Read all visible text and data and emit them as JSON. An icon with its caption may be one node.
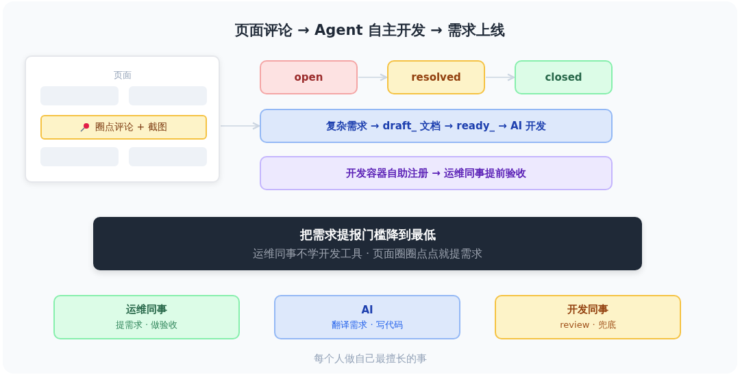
{
  "diagram": {
    "title": "页面评论 → Agent 自主开发 → 需求上线",
    "nodes": [
      {
        "text": [
          "页面"
        ]
      },
      {
        "text": [],
        "shape": "box",
        "in": 0
      },
      {
        "text": [],
        "shape": "box",
        "in": 0
      },
      {
        "text": [
          "圈点评论 + 截图"
        ],
        "in": 0
      },
      {
        "text": [],
        "shape": "box",
        "in": 0
      },
      {
        "text": [],
        "shape": "box",
        "in": 0
      },
      {
        "text": [
          "open"
        ]
      },
      {
        "text": [
          "resolved"
        ]
      },
      {
        "text": [
          "closed"
        ]
      },
      {
        "text": [
          "复杂需求 → draft_ 文档 → ready_ → AI 开发"
        ]
      },
      {
        "text": [
          "开发容器自助注册 → 运维同事提前验收"
        ]
      },
      {
        "text": [
          "把需求提报门槛降到最低",
          "运维同事不学开发工具 · 页面圈圈点点就提需求"
        ]
      },
      {
        "text": [
          "运维同事",
          "提需求 · 做验收"
        ]
      },
      {
        "text": [
          "AI",
          "翻译需求 · 写代码"
        ]
      },
      {
        "text": [
          "开发同事",
          "review · 兜底"
        ]
      }
    ],
    "edges": [
      {
        "from": 0,
        "to": 9,
        "arrow": "to"
      },
      {
        "from": 6,
        "to": 7,
        "arrow": "to"
      },
      {
        "from": 7,
        "to": 8,
        "arrow": "to"
      }
    ],
    "caption": "每个人做自己最擅长的事"
  }
}
